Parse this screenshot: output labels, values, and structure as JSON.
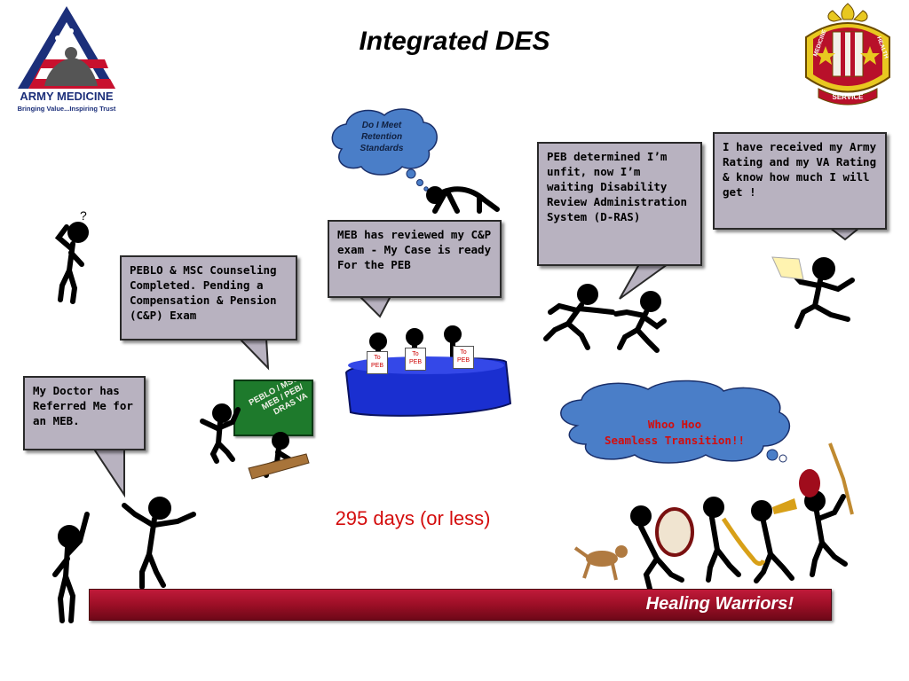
{
  "title": "Integrated DES",
  "logo_left": {
    "name": "ARMY MEDICINE",
    "tagline": "Bringing Value...Inspiring Trust"
  },
  "logo_right": {
    "ring_left": "MEDICINE",
    "ring_right": "HEALTH",
    "banner": "SERVICE"
  },
  "steps": {
    "doctor": "My Doctor has Referred Me for an MEB.",
    "peblo": "PEBLO & MSC Counseling Completed. Pending a Compensation & Pension (C&P) Exam",
    "retention_thought": "Do I Meet Retention Standards",
    "meb": "MEB has reviewed my C&P exam - My Case is ready For the PEB",
    "peb": "PEB determined I’m unfit, now I’m waiting Disability Review Administration System (D-RAS)",
    "rating": "I have received my Army Rating and my VA Rating & know how much I will get !",
    "whoo_line1": "Whoo Hoo",
    "whoo_line2": "Seamless Transition!!"
  },
  "chalkboard": "PEBLO / MSC MEB / PEB/ DRAS VA",
  "board_signs": [
    "To PEB",
    "To PEB",
    "To PEB"
  ],
  "duration": "295 days  (or less)",
  "footer": "Healing Warriors!",
  "colors": {
    "callout_fill": "#b8b2c0",
    "cloud_fill": "#4a7ec8",
    "table_blue": "#1a2fd0",
    "bar_red": "#9c0f26",
    "days_red": "#d40d0d",
    "chalk_green": "#1e7a2c"
  }
}
